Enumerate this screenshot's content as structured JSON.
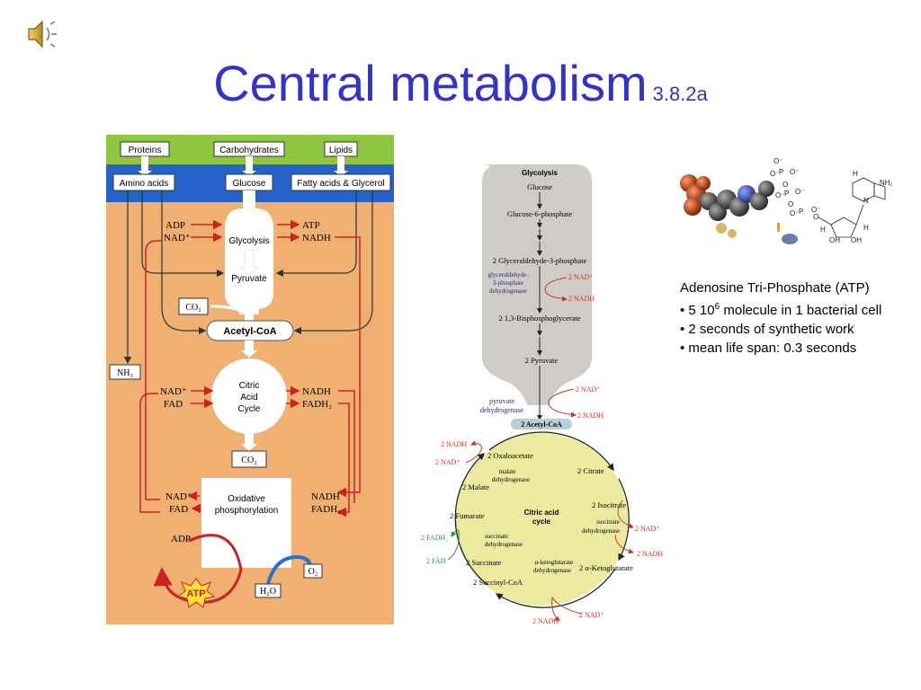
{
  "slide": {
    "title": "Central metabolism",
    "subtitle": "3.8.2a",
    "audio_icon": "speaker-icon"
  },
  "left_diagram": {
    "inputs": [
      "Proteins",
      "Carbohydrates",
      "Lipids"
    ],
    "monomers": [
      "Amino acids",
      "Glucose",
      "Fatty acids & Glycerol"
    ],
    "glycolysis": "Glycolysis",
    "pyruvate": "Pyruvate",
    "adp": "ADP",
    "nad_plus": "NAD⁺",
    "atp": "ATP",
    "nadh": "NADH",
    "co2": "CO₂",
    "acetyl_coa": "Acetyl-CoA",
    "nh3": "NH₃",
    "citric_acid_cycle": [
      "Citric",
      "Acid",
      "Cycle"
    ],
    "fad": "FAD",
    "fadh2": "FADH₂",
    "oxidative_phosphorylation": [
      "Oxidative",
      "phosphorylation"
    ],
    "o2": "O₂",
    "h2o": "H₂O",
    "colors": {
      "green_bar": "#8ec63f",
      "blue_bar": "#2563c9",
      "background": "#f0b071",
      "arrow_red": "#cc2222"
    }
  },
  "right_diagram": {
    "glycolysis_title": "Glycolysis",
    "glucose": "Glucose",
    "g6p": "Glucose-6-phosphate",
    "g3p": "2 Glyceraldehyde-3-phosphate",
    "enzyme_g3p": [
      "glyceraldehyde-",
      "3-phosphate",
      "dehydrogenase"
    ],
    "nad_plus_2": "2 NAD⁺",
    "nadh_2": "2 NADH",
    "bpg": "2  1,3-Bisphosphoglycerate",
    "pyruvate_2": "2 Pyruvate",
    "pyruvate_dh": [
      "pyruvate",
      "dehydrogenase"
    ],
    "acetyl_coa_2": "2 Acetyl-CoA",
    "oxaloacetate": "2 Oxaloacetate",
    "citrate": "2 Citrate",
    "isocitrate": "2 Isocitrate",
    "ketoglutarate": "2 α-Ketoglutarate",
    "succinyl_coa": "2 Succinyl-CoA",
    "succinate": "2 Succinate",
    "fumarate": "2 Fumarate",
    "malate": "2 Malate",
    "malate_dh": [
      "malate",
      "dehydrogenase"
    ],
    "succinate_dh": [
      "succinate",
      "dehydrogenase"
    ],
    "isocitrate_dh": [
      "isocitrate",
      "dehydrogenase"
    ],
    "akg_dh": [
      "α-ketoglutarate",
      "dehydrogenase"
    ],
    "cycle_label": [
      "Citric acid",
      "cycle"
    ],
    "fadh2_2": "2 FADH₂",
    "fad_2": "2 FAD",
    "colors": {
      "grey_panel": "#cfcbc7",
      "cycle_fill": "#ecea9e",
      "acetyl_pill": "#b9cfd8",
      "red": "#c0392b",
      "green": "#2e8b3e"
    }
  },
  "atp_structure": {
    "labels": [
      "O⁻",
      "P",
      "O",
      "NH₂",
      "H",
      "N",
      "OH"
    ]
  },
  "info": {
    "heading": "Adenosine Tri-Phosphate (ATP)",
    "b1_pre": "• 5 10",
    "b1_sup": "6",
    "b1_post": " molecule in 1 bacterial cell",
    "b2": "• 2 seconds of synthetic work",
    "b3": "• mean life span: 0.3 seconds"
  }
}
